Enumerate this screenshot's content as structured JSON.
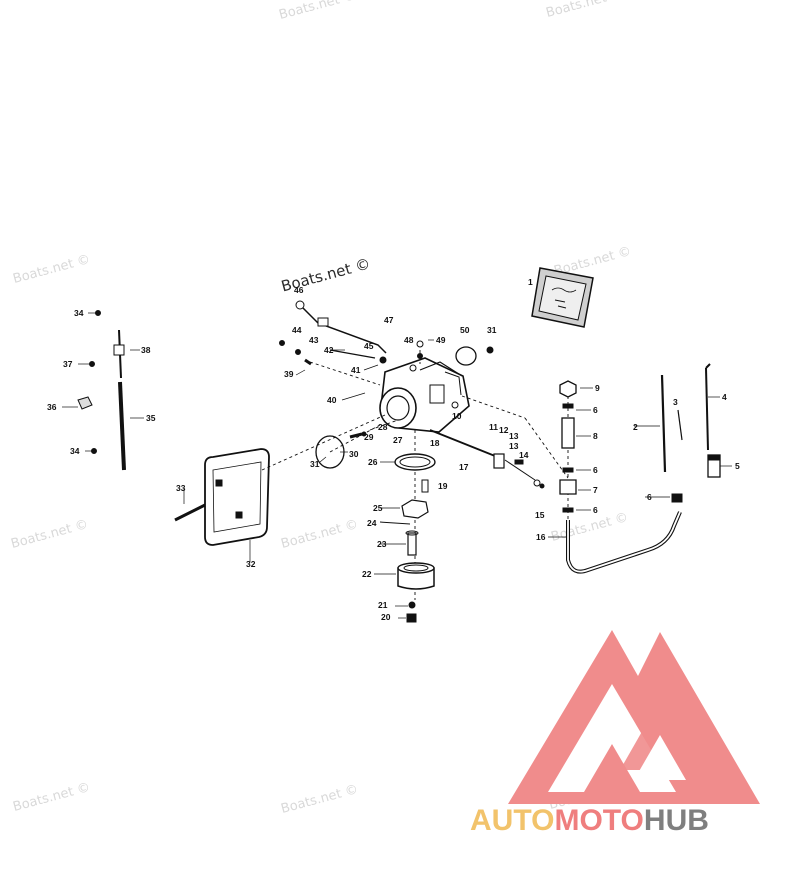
{
  "watermarks": [
    "Boats.net ©",
    "Boats.net ©",
    "Boats.net ©",
    "Boats.net ©",
    "Boats.net ©",
    "Boats.net ©",
    "Boats.net ©",
    "Boats.net ©",
    "Boats.net ©",
    "Boats.net ©",
    "Boats.net ©",
    "Boats.net ©"
  ],
  "watermark_main": "Boats.net ©",
  "kit_label": "1",
  "brand": {
    "part1": "AUTO",
    "part2": "MOTO",
    "part3": "HUB"
  },
  "brand_colors": {
    "part1": "#f2c36b",
    "part2": "#ef7e7e",
    "part3": "#7f7f7f",
    "logo": "#f08c8c"
  },
  "callouts": [
    "1",
    "2",
    "3",
    "4",
    "5",
    "6",
    "6",
    "6",
    "7",
    "8",
    "9",
    "10",
    "11",
    "12",
    "13",
    "13",
    "14",
    "15",
    "16",
    "17",
    "18",
    "19",
    "20",
    "21",
    "22",
    "23",
    "24",
    "25",
    "26",
    "27",
    "28",
    "29",
    "30",
    "31",
    "31",
    "32",
    "33",
    "34",
    "34",
    "35",
    "36",
    "37",
    "38",
    "39",
    "40",
    "41",
    "42",
    "43",
    "44",
    "45",
    "46",
    "47",
    "48",
    "49",
    "50",
    "6"
  ]
}
